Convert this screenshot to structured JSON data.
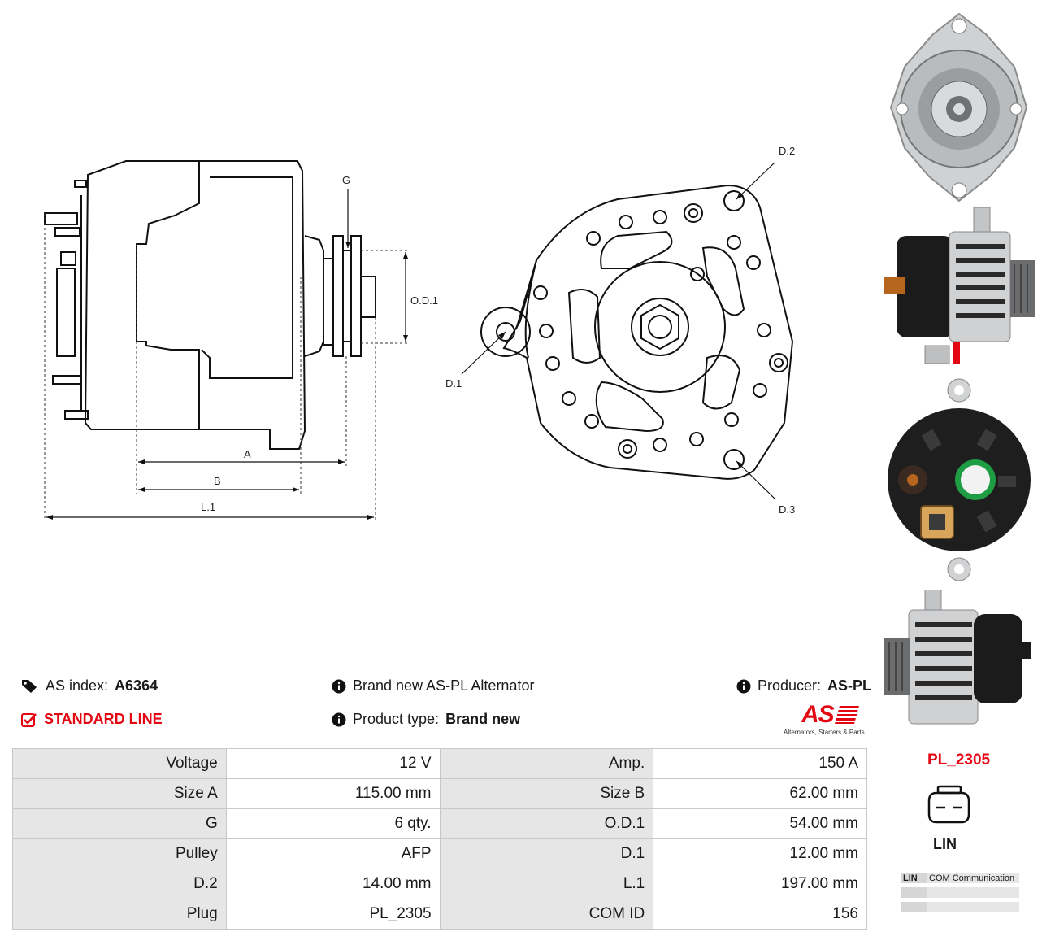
{
  "drawing": {
    "labels": {
      "g": "G",
      "od1": "O.D.1",
      "a": "A",
      "b": "B",
      "l1": "L.1",
      "d1": "D.1",
      "d2": "D.2",
      "d3": "D.3"
    }
  },
  "info": {
    "as_index_label": "AS index:",
    "as_index_value": "A6364",
    "line_label": "STANDARD LINE",
    "brand_text": "Brand new AS-PL Alternator",
    "product_type_label": "Product type:",
    "product_type_value": "Brand new",
    "producer_label": "Producer:",
    "producer_value": "AS-PL",
    "logo_text": "AS",
    "logo_tagline": "Alternators, Starters & Parts"
  },
  "specs": [
    {
      "k1": "Voltage",
      "v1": "12 V",
      "k2": "Amp.",
      "v2": "150 A"
    },
    {
      "k1": "Size A",
      "v1": "115.00 mm",
      "k2": "Size B",
      "v2": "62.00 mm"
    },
    {
      "k1": "G",
      "v1": "6 qty.",
      "k2": "O.D.1",
      "v2": "54.00 mm"
    },
    {
      "k1": "Pulley",
      "v1": "AFP",
      "k2": "D.1",
      "v2": "12.00 mm"
    },
    {
      "k1": "D.2",
      "v1": "14.00 mm",
      "k2": "L.1",
      "v2": "197.00 mm"
    },
    {
      "k1": "Plug",
      "v1": "PL_2305",
      "k2": "COM ID",
      "v2": "156"
    }
  ],
  "plug": {
    "code": "PL_2305",
    "type_label": "LIN",
    "pins": [
      {
        "pin": "LIN",
        "desc": "COM Communication"
      },
      {
        "pin": "",
        "desc": ""
      },
      {
        "pin": "",
        "desc": ""
      }
    ]
  },
  "colors": {
    "accent": "#e30613",
    "table_key_bg": "#e6e6e6",
    "border": "#c8c8c8"
  }
}
